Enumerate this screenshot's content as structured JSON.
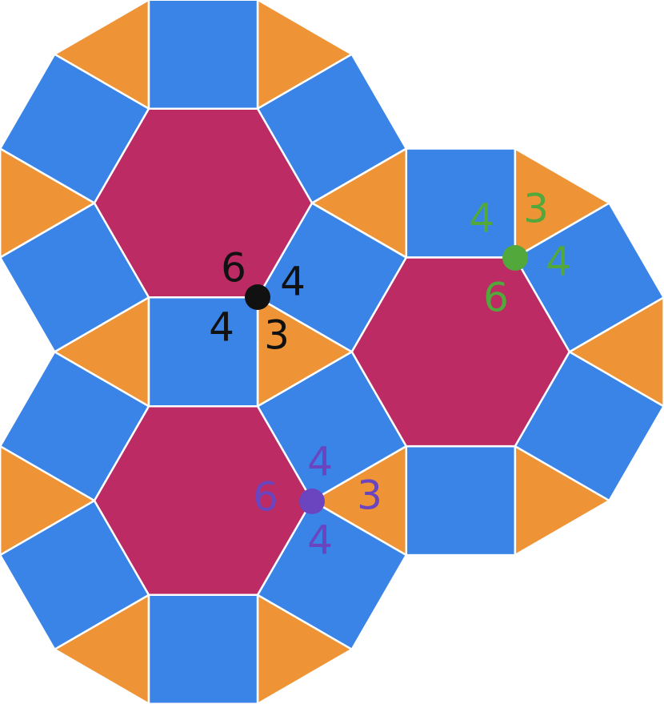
{
  "colors": {
    "square": "#3a84e8",
    "triangle": "#ef9436",
    "hexagon": "#bc2b63",
    "edge": "#ffffff"
  },
  "vertices": [
    {
      "id": "black",
      "color": "#111111",
      "labels": {
        "hex": "6",
        "square_a": "4",
        "square_b": "4",
        "triangle": "3"
      }
    },
    {
      "id": "green",
      "color": "#52a83a",
      "labels": {
        "square_a": "4",
        "triangle": "3",
        "square_b": "4",
        "hex": "6"
      }
    },
    {
      "id": "purple",
      "color": "#6a45bf",
      "labels": {
        "square_a": "4",
        "hex": "6",
        "triangle": "3",
        "square_b": "4"
      }
    }
  ]
}
